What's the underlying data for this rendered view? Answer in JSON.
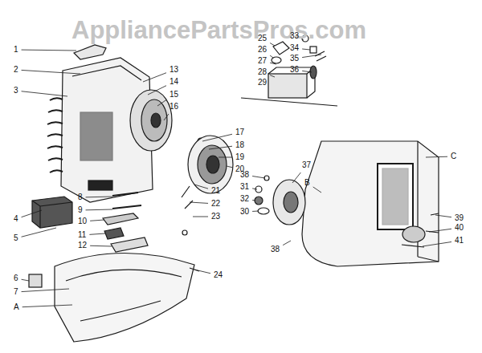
{
  "diagram": {
    "labels": [
      "AppliancePartsPros.com",
      "1",
      "2",
      "3",
      "13",
      "14",
      "15",
      "16",
      "25",
      "26",
      "27",
      "28",
      "29",
      "33",
      "34",
      "35",
      "36",
      "17",
      "18",
      "19",
      "20",
      "37",
      "B",
      "C",
      "38",
      "31",
      "32",
      "30",
      "21",
      "22",
      "23",
      "8",
      "9",
      "10",
      "11",
      "12",
      "4",
      "5",
      "39",
      "40",
      "41",
      "38",
      "6",
      "24",
      "7",
      "A"
    ]
  }
}
